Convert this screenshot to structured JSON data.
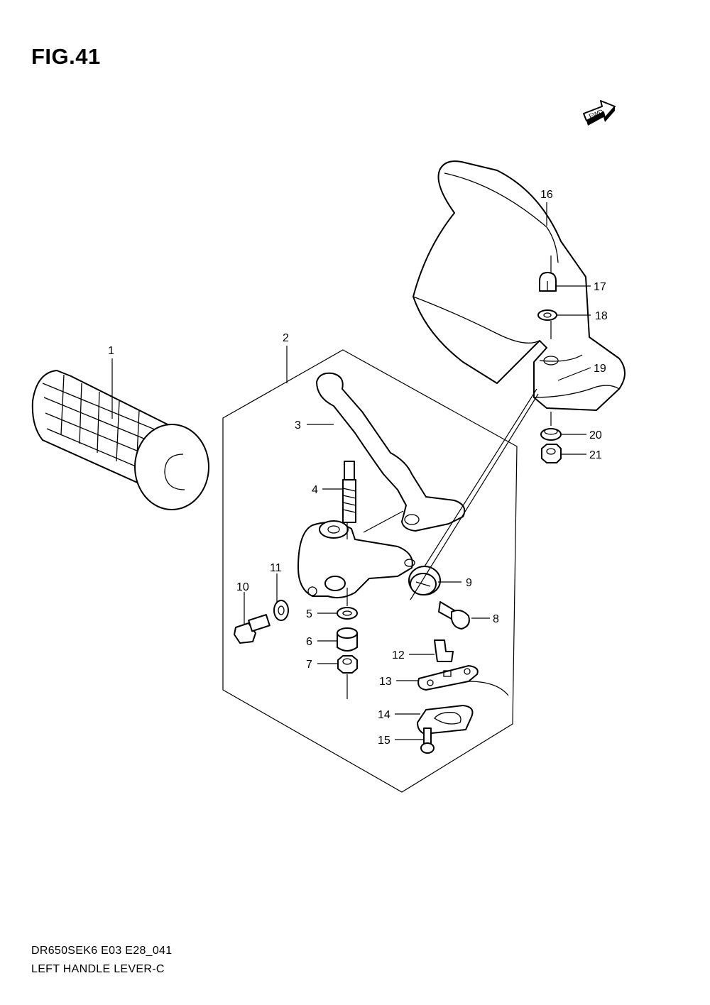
{
  "figure": {
    "title": "FIG.41"
  },
  "footer": {
    "model_code": "DR650SEK6 E03 E28_041",
    "description": "LEFT HANDLE LEVER-C"
  },
  "fwd_arrow": {
    "label": "FWD"
  },
  "callouts": [
    {
      "id": "1",
      "label": "1"
    },
    {
      "id": "2",
      "label": "2"
    },
    {
      "id": "3",
      "label": "3"
    },
    {
      "id": "4",
      "label": "4"
    },
    {
      "id": "5",
      "label": "5"
    },
    {
      "id": "6",
      "label": "6"
    },
    {
      "id": "7",
      "label": "7"
    },
    {
      "id": "8",
      "label": "8"
    },
    {
      "id": "9",
      "label": "9"
    },
    {
      "id": "10",
      "label": "10"
    },
    {
      "id": "11",
      "label": "11"
    },
    {
      "id": "12",
      "label": "12"
    },
    {
      "id": "13",
      "label": "13"
    },
    {
      "id": "14",
      "label": "14"
    },
    {
      "id": "15",
      "label": "15"
    },
    {
      "id": "16",
      "label": "16"
    },
    {
      "id": "17",
      "label": "17"
    },
    {
      "id": "18",
      "label": "18"
    },
    {
      "id": "19",
      "label": "19"
    },
    {
      "id": "20",
      "label": "20"
    },
    {
      "id": "21",
      "label": "21"
    }
  ]
}
